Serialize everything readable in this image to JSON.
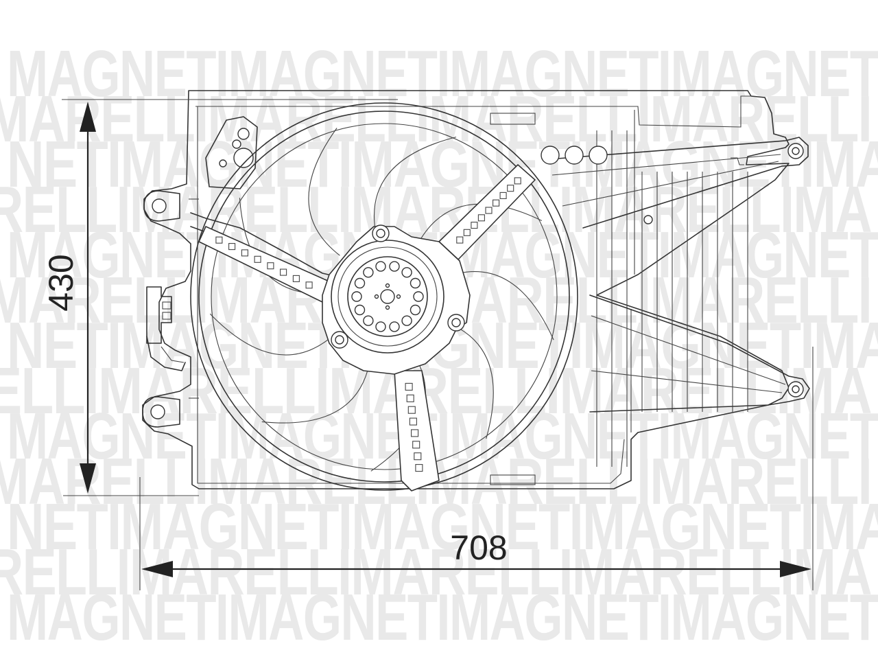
{
  "watermark": {
    "rows": [
      "MAGNETIMAGNETIMAGNETIMAGNETI",
      "MARELLIMARELLIMARELLIMARELLI",
      "NETIMAGNETIMAGNETIMAGNETIMA",
      "RELLIMARELLIMARELLIMARELLIMA",
      "MAGNETIMAGNETIMAGNETIMAGNETI",
      "MARELLIMARELLIMARELLIMARELLI",
      "NETIMAGNETIMAGNETIMAGNETIMA",
      "ELLIMARELLIMARELLIMARELLIMA",
      "MAGNETIMAGNETIMAGNETIMAGNETI",
      "MARELLIMARELLIMARELLIMARELLI",
      "NETIMAGNETIMAGNETIMAGNETIMA",
      "RELLIMARELLIMARELLIMARELLIMA",
      "MAGNETIMAGNETIMAGNETIMAGNETI"
    ]
  },
  "dimensions": {
    "height": {
      "value": "430"
    },
    "width": {
      "value": "708"
    }
  }
}
